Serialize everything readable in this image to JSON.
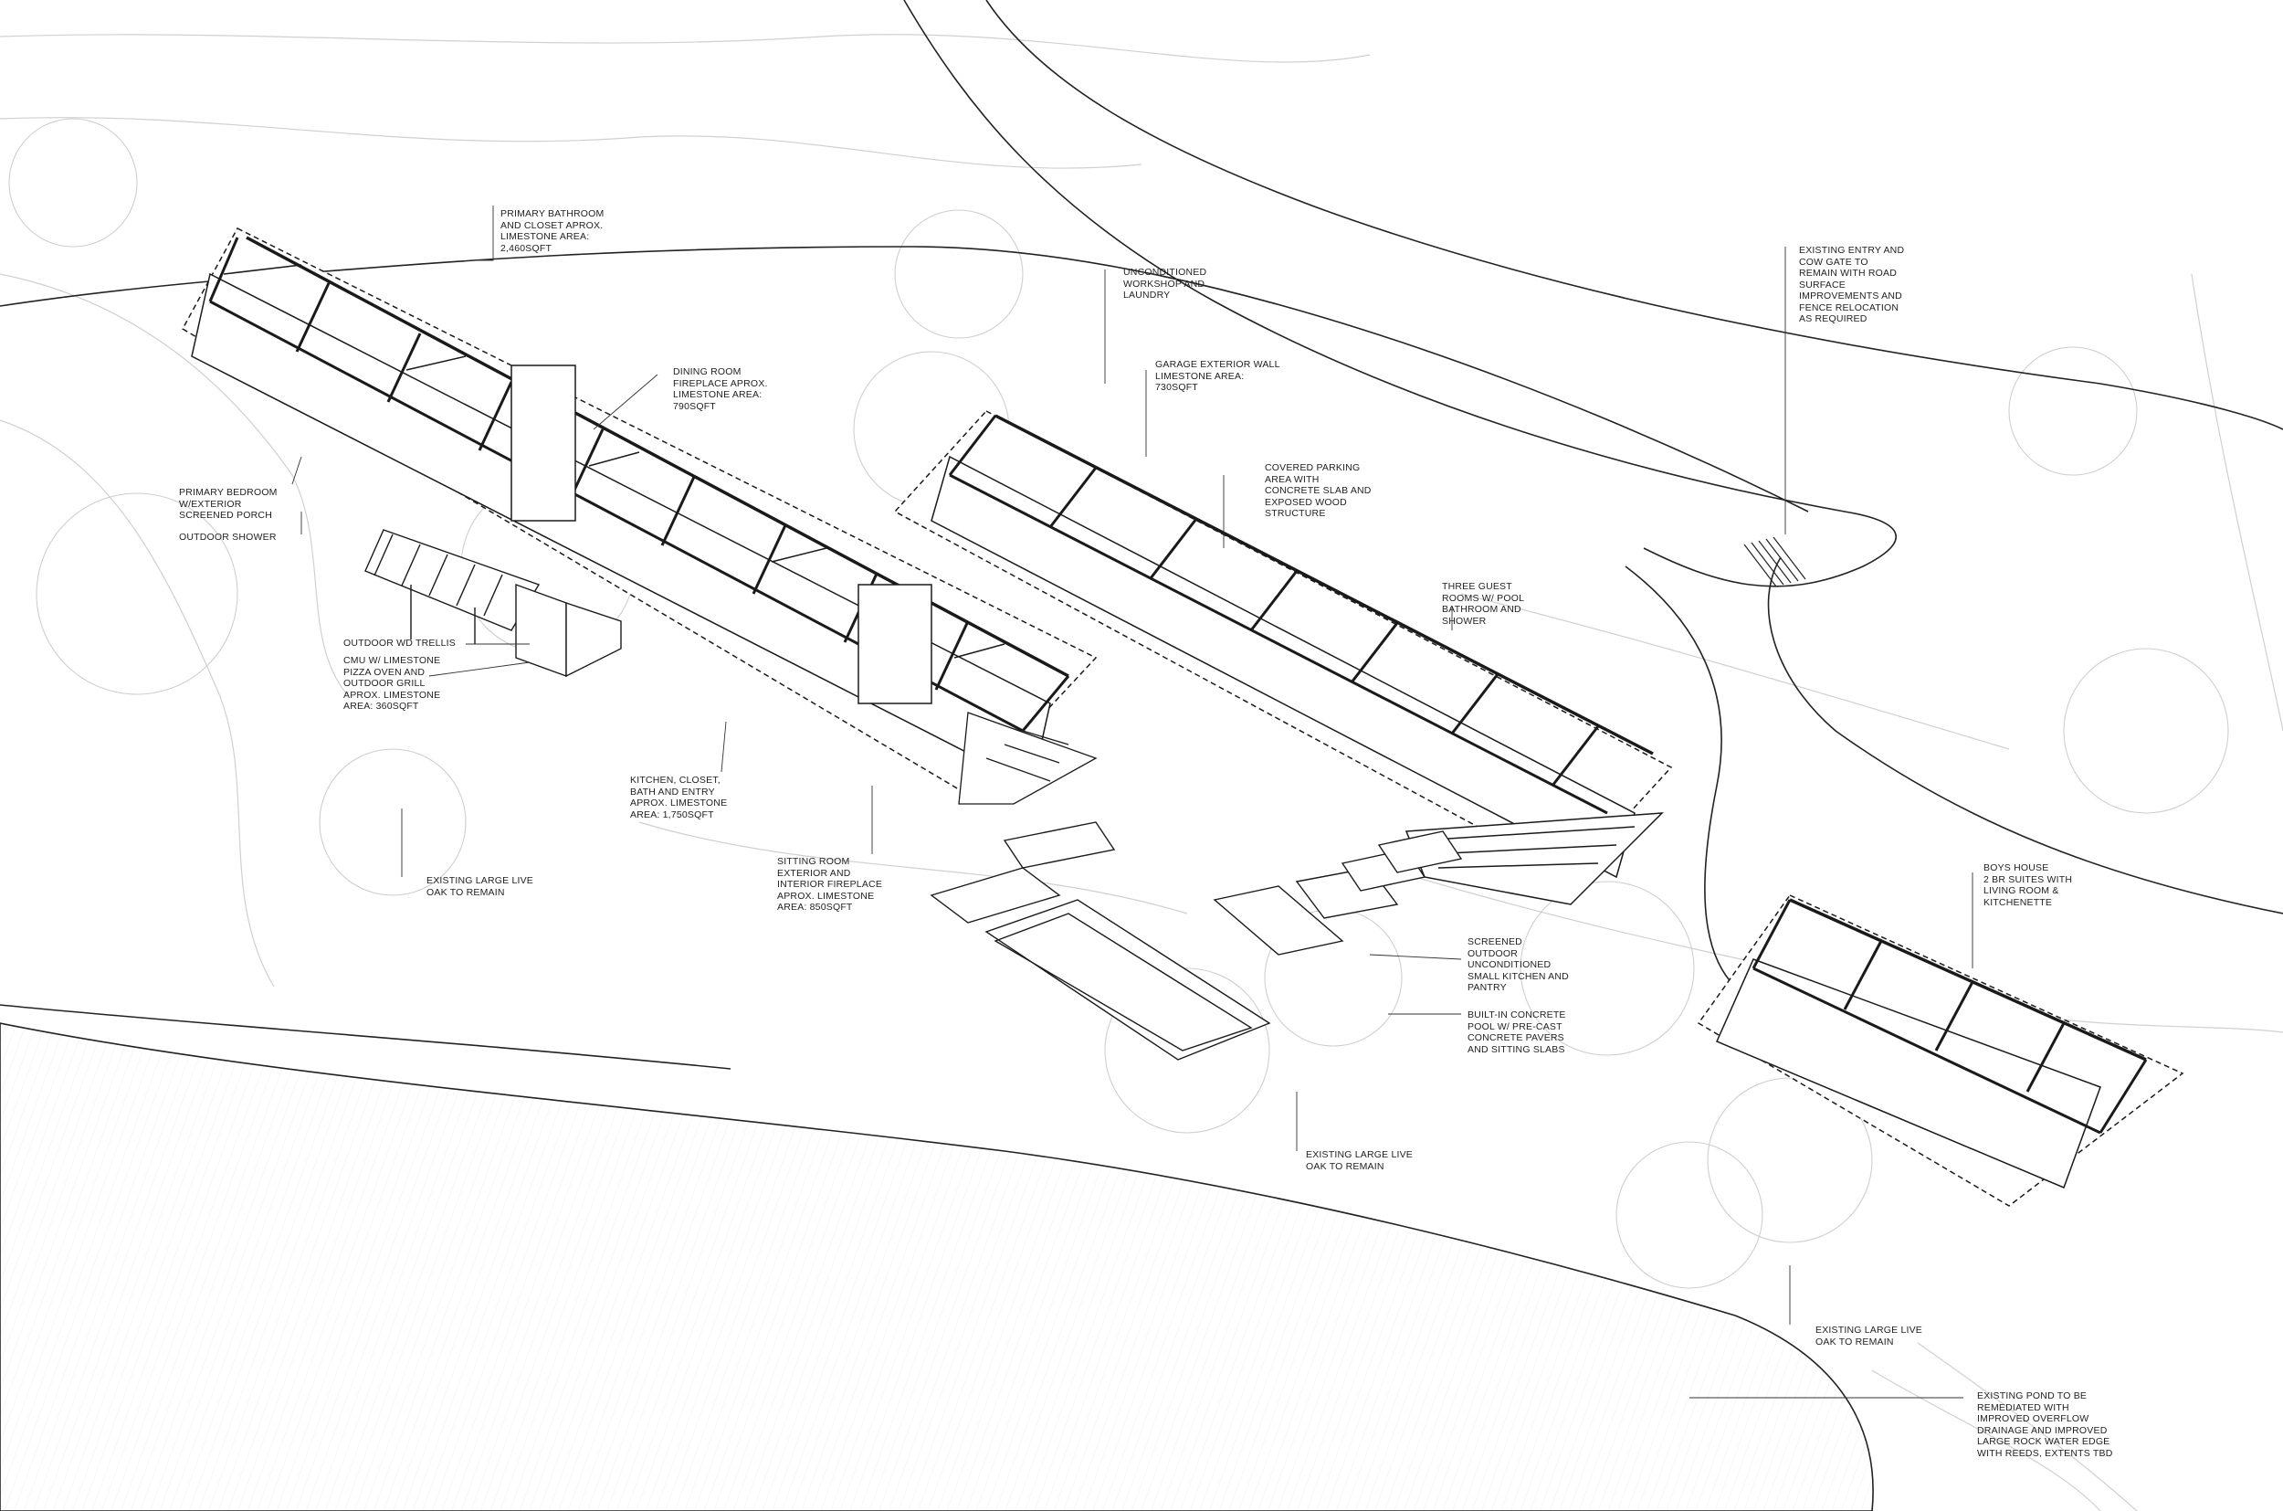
{
  "drawing": {
    "stroke_color": "#1a1a1a",
    "light_color": "#c8c8c8",
    "background": "#ffffff"
  },
  "annotations": [
    {
      "id": "primary-bathroom",
      "lines": [
        "PRIMARY BATHROOM",
        "AND CLOSET APROX.",
        "LIMESTONE AREA:",
        "2,460SQFT"
      ]
    },
    {
      "id": "dining-room",
      "lines": [
        "DINING ROOM",
        "FIREPLACE APROX.",
        "LIMESTONE AREA:",
        "790SQFT"
      ]
    },
    {
      "id": "primary-bedroom",
      "lines": [
        "PRIMARY BEDROOM",
        "W/EXTERIOR",
        "SCREENED PORCH"
      ]
    },
    {
      "id": "outdoor-shower",
      "lines": [
        "OUTDOOR SHOWER"
      ]
    },
    {
      "id": "outdoor-trellis",
      "lines": [
        "OUTDOOR WD TRELLIS"
      ]
    },
    {
      "id": "cmu-pizza-oven",
      "lines": [
        "CMU W/ LIMESTONE",
        "PIZZA OVEN AND",
        "OUTDOOR GRILL",
        "APROX. LIMESTONE",
        "AREA: 360SQFT"
      ]
    },
    {
      "id": "kitchen",
      "lines": [
        "KITCHEN, CLOSET,",
        "BATH AND ENTRY",
        "APROX. LIMESTONE",
        "AREA: 1,750SQFT"
      ]
    },
    {
      "id": "sitting-room",
      "lines": [
        "SITTING ROOM",
        "EXTERIOR AND",
        "INTERIOR FIREPLACE",
        "APROX. LIMESTONE",
        "AREA: 850SQFT"
      ]
    },
    {
      "id": "oak-west",
      "lines": [
        "EXISTING LARGE LIVE",
        "OAK TO REMAIN"
      ]
    },
    {
      "id": "workshop",
      "lines": [
        "UNCONDITIONED",
        "WORKSHOP AND",
        "LAUNDRY"
      ]
    },
    {
      "id": "garage-wall",
      "lines": [
        "GARAGE EXTERIOR WALL",
        "LIMESTONE AREA:",
        "730SQFT"
      ]
    },
    {
      "id": "covered-parking",
      "lines": [
        "COVERED PARKING",
        "AREA WITH",
        "CONCRETE SLAB AND",
        "EXPOSED WOOD",
        "STRUCTURE"
      ]
    },
    {
      "id": "guest-rooms",
      "lines": [
        "THREE GUEST",
        "ROOMS W/ POOL",
        "BATHROOM AND",
        "SHOWER"
      ]
    },
    {
      "id": "entry-gate",
      "lines": [
        "EXISTING ENTRY AND",
        "COW GATE TO",
        "REMAIN WITH ROAD",
        "SURFACE",
        "IMPROVEMENTS AND",
        "FENCE RELOCATION",
        "AS REQUIRED"
      ]
    },
    {
      "id": "screened-kitchen",
      "lines": [
        "SCREENED",
        "OUTDOOR",
        "UNCONDITIONED",
        "SMALL KITCHEN AND",
        "PANTRY"
      ]
    },
    {
      "id": "pool",
      "lines": [
        "BUILT-IN CONCRETE",
        "POOL W/ PRE-CAST",
        "CONCRETE PAVERS",
        "AND SITTING SLABS"
      ]
    },
    {
      "id": "boys-house",
      "lines": [
        "BOYS HOUSE",
        "2 BR SUITES WITH",
        "LIVING ROOM &",
        "KITCHENETTE"
      ]
    },
    {
      "id": "oak-center",
      "lines": [
        "EXISTING LARGE LIVE",
        "OAK TO REMAIN"
      ]
    },
    {
      "id": "oak-east",
      "lines": [
        "EXISTING LARGE LIVE",
        "OAK TO REMAIN"
      ]
    },
    {
      "id": "pond",
      "lines": [
        "EXISTING POND TO BE",
        "REMEDIATED WITH",
        "IMPROVED OVERFLOW",
        "DRAINAGE AND IMPROVED",
        "LARGE ROCK WATER EDGE",
        "WITH REEDS, EXTENTS TBD"
      ]
    }
  ]
}
